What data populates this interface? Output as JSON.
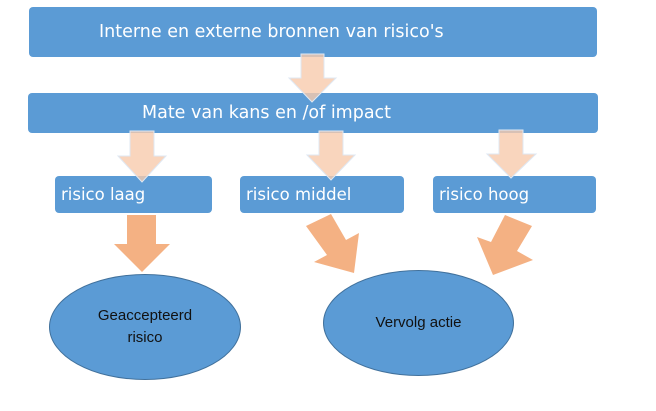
{
  "diagram": {
    "source_box": {
      "label": "Interne en externe bronnen van risico's"
    },
    "assessment_box": {
      "label": "Mate van kans en /of impact"
    },
    "levels": [
      {
        "label": "risico laag"
      },
      {
        "label": "risico middel"
      },
      {
        "label": "risico hoog"
      }
    ],
    "outcomes": [
      {
        "label": "Geaccepteerd risico"
      },
      {
        "label": "Vervolg actie"
      }
    ],
    "connections": [
      {
        "from": "Interne en externe bronnen van risico's",
        "to": "Mate van kans en /of impact"
      },
      {
        "from": "Mate van kans en /of impact",
        "to": "risico laag"
      },
      {
        "from": "Mate van kans en /of impact",
        "to": "risico middel"
      },
      {
        "from": "Mate van kans en /of impact",
        "to": "risico hoog"
      },
      {
        "from": "risico laag",
        "to": "Geaccepteerd risico"
      },
      {
        "from": "risico middel",
        "to": "Vervolg actie"
      },
      {
        "from": "risico hoog",
        "to": "Vervolg actie"
      }
    ],
    "colors": {
      "box_fill": "#5b9bd5",
      "ellipse_border": "#41719c",
      "light_arrow": "#f8cbad",
      "dark_arrow": "#f4b183"
    }
  }
}
